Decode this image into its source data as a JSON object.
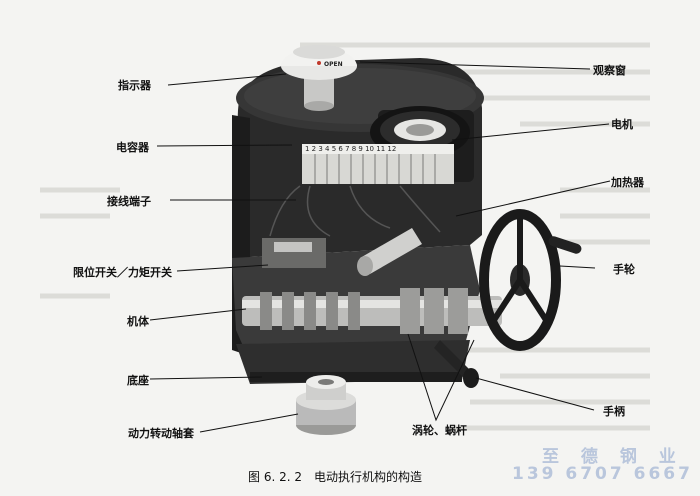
{
  "labels": {
    "indicator": "指示器",
    "capacitor": "电容器",
    "terminal": "接线端子",
    "limit_switch": "限位开关／力矩开关",
    "body": "机体",
    "base": "底座",
    "drive_sleeve": "动力转动轴套",
    "window": "观察窗",
    "motor": "电机",
    "heater": "加热器",
    "handwheel": "手轮",
    "handle": "手柄",
    "worm": "涡轮、蜗杆"
  },
  "indicator_text": "OPEN",
  "terminal_numbers": "1 2 3 4 5 6 7 8 9 10 11 12",
  "caption": "图 6. 2. 2　电动执行机构的构造",
  "watermark": {
    "company": "至 德 钢 业",
    "phone": "139 6707 6667"
  }
}
